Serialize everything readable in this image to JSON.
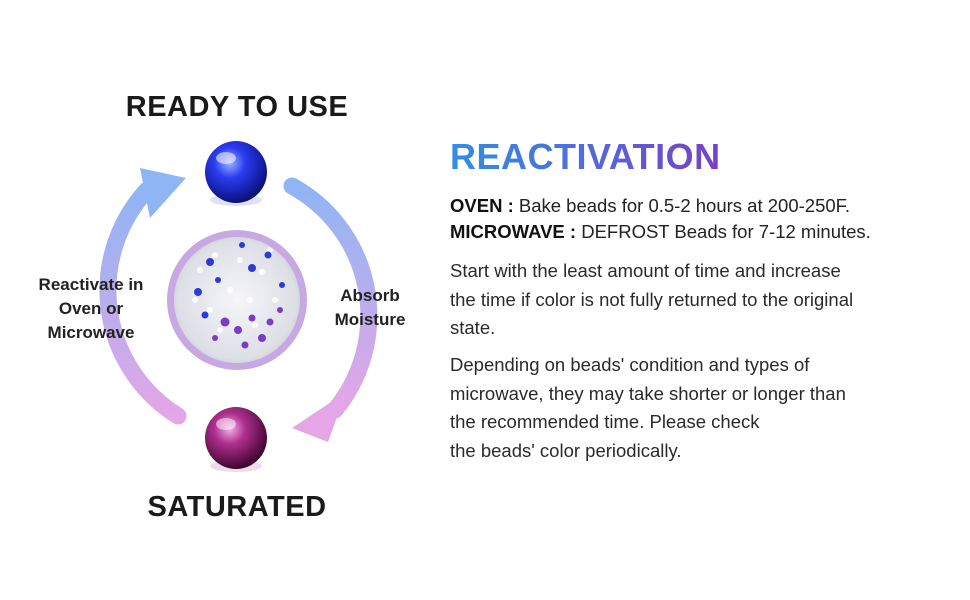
{
  "diagram": {
    "stage_top": "READY TO USE",
    "stage_bottom": "SATURATED",
    "arrow_left_label": "Reactivate in\nOven or\nMicrowave",
    "arrow_right_label": "Absorb\nMoisture",
    "colors": {
      "ready_bead": "#1f2fd6",
      "saturated_bead": "#8b1f6f",
      "arrow_top": "#8fb5f4",
      "arrow_bottom": "#e4a6e6"
    }
  },
  "panel": {
    "heading": "REACTIVATION",
    "methods": [
      {
        "name": "OVEN :",
        "text": " Bake beads for 0.5-2 hours at 200-250F."
      },
      {
        "name": "MICROWAVE :",
        "text": " DEFROST Beads for 7-12 minutes."
      }
    ],
    "paragraph_1": "Start with the least amount of time and increase\nthe time if color is not fully returned to the original\nstate.",
    "paragraph_2": "Depending on beads' condition and types of\nmicrowave, they may take shorter or longer than\nthe recommended time. Please check\nthe beads' color periodically."
  }
}
